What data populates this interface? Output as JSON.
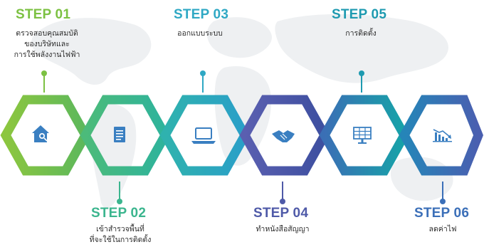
{
  "colors": {
    "step1": "#7cc142",
    "step2": "#3bb58e",
    "step3": "#2fa8c4",
    "step4": "#4f5aa8",
    "step5": "#1e9ab0",
    "step6": "#3b6fb8",
    "icon": "#3a7fc1",
    "map": "#eef0f2"
  },
  "steps": [
    {
      "title": "STEP 01",
      "lines": [
        "ตรวจสอบคุณสมบัติ",
        "ของบริษัทและ",
        "การใช้พลังงานไฟฟ้า"
      ],
      "icon": "house-search-icon"
    },
    {
      "title": "STEP 02",
      "lines": [
        "เข้าสำรวจพื้นที่",
        "ที่จะใช้ในการติดตั้ง"
      ],
      "icon": "document-icon"
    },
    {
      "title": "STEP 03",
      "lines": [
        "ออกแบบระบบ"
      ],
      "icon": "laptop-icon"
    },
    {
      "title": "STEP 04",
      "lines": [
        "ทำหนังสือสัญญา"
      ],
      "icon": "handshake-icon"
    },
    {
      "title": "STEP 05",
      "lines": [
        "การติดตั้ง"
      ],
      "icon": "solar-panel-icon"
    },
    {
      "title": "STEP 06",
      "lines": [
        "ลดค่าไฟ"
      ],
      "icon": "falling-chart-icon"
    }
  ]
}
